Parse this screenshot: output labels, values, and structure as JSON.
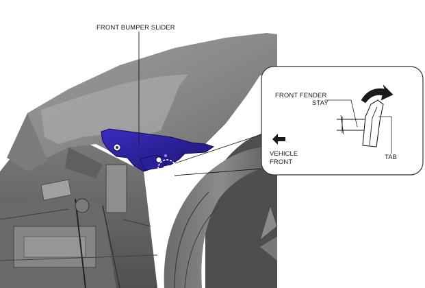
{
  "labels": {
    "part_name": "FRONT BUMPER SLIDER",
    "stay_line1": "FRONT FENDER",
    "stay_line2": "STAY",
    "tab": "TAB",
    "direction_line1": "VEHICLE",
    "direction_line2": "FRONT"
  },
  "icons": {
    "direction_arrow": "arrow-left-icon",
    "rotation_arrow": "curved-arrow-icon"
  },
  "colors": {
    "highlight_part": "#2a1e9a",
    "line": "#1a1a1a",
    "callout_border": "#333333"
  }
}
